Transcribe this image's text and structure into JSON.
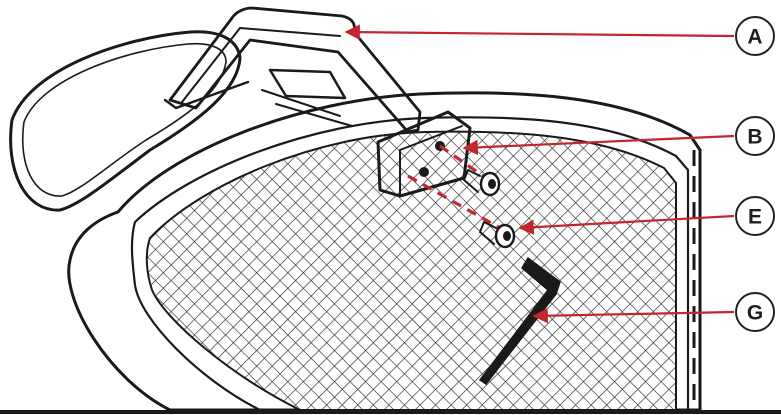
{
  "colors": {
    "leader_red": "#c1272d",
    "ink": "#1a1a1a",
    "mesh": "#2a2a2a",
    "paper": "#ffffff"
  },
  "callouts": [
    {
      "id": "a",
      "label": "A"
    },
    {
      "id": "b",
      "label": "B"
    },
    {
      "id": "e",
      "label": "E"
    },
    {
      "id": "g",
      "label": "G"
    }
  ]
}
